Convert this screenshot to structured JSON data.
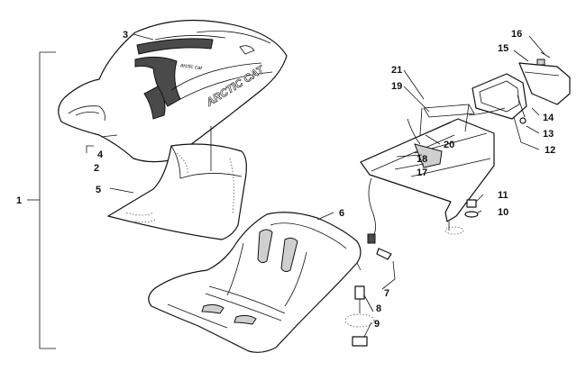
{
  "diagram": {
    "brand_text": "ARCTIC CAT",
    "seat_cover_text": "arctic cat",
    "callouts": {
      "c1": "1",
      "c2": "2",
      "c3": "3",
      "c4": "4",
      "c5": "5",
      "c6": "6",
      "c7": "7",
      "c8": "8",
      "c9": "9",
      "c10": "10",
      "c11": "11",
      "c12": "12",
      "c13": "13",
      "c14": "14",
      "c15": "15",
      "c16": "16",
      "c17": "17",
      "c18": "18",
      "c19": "19",
      "c20": "20",
      "c21": "21"
    }
  }
}
